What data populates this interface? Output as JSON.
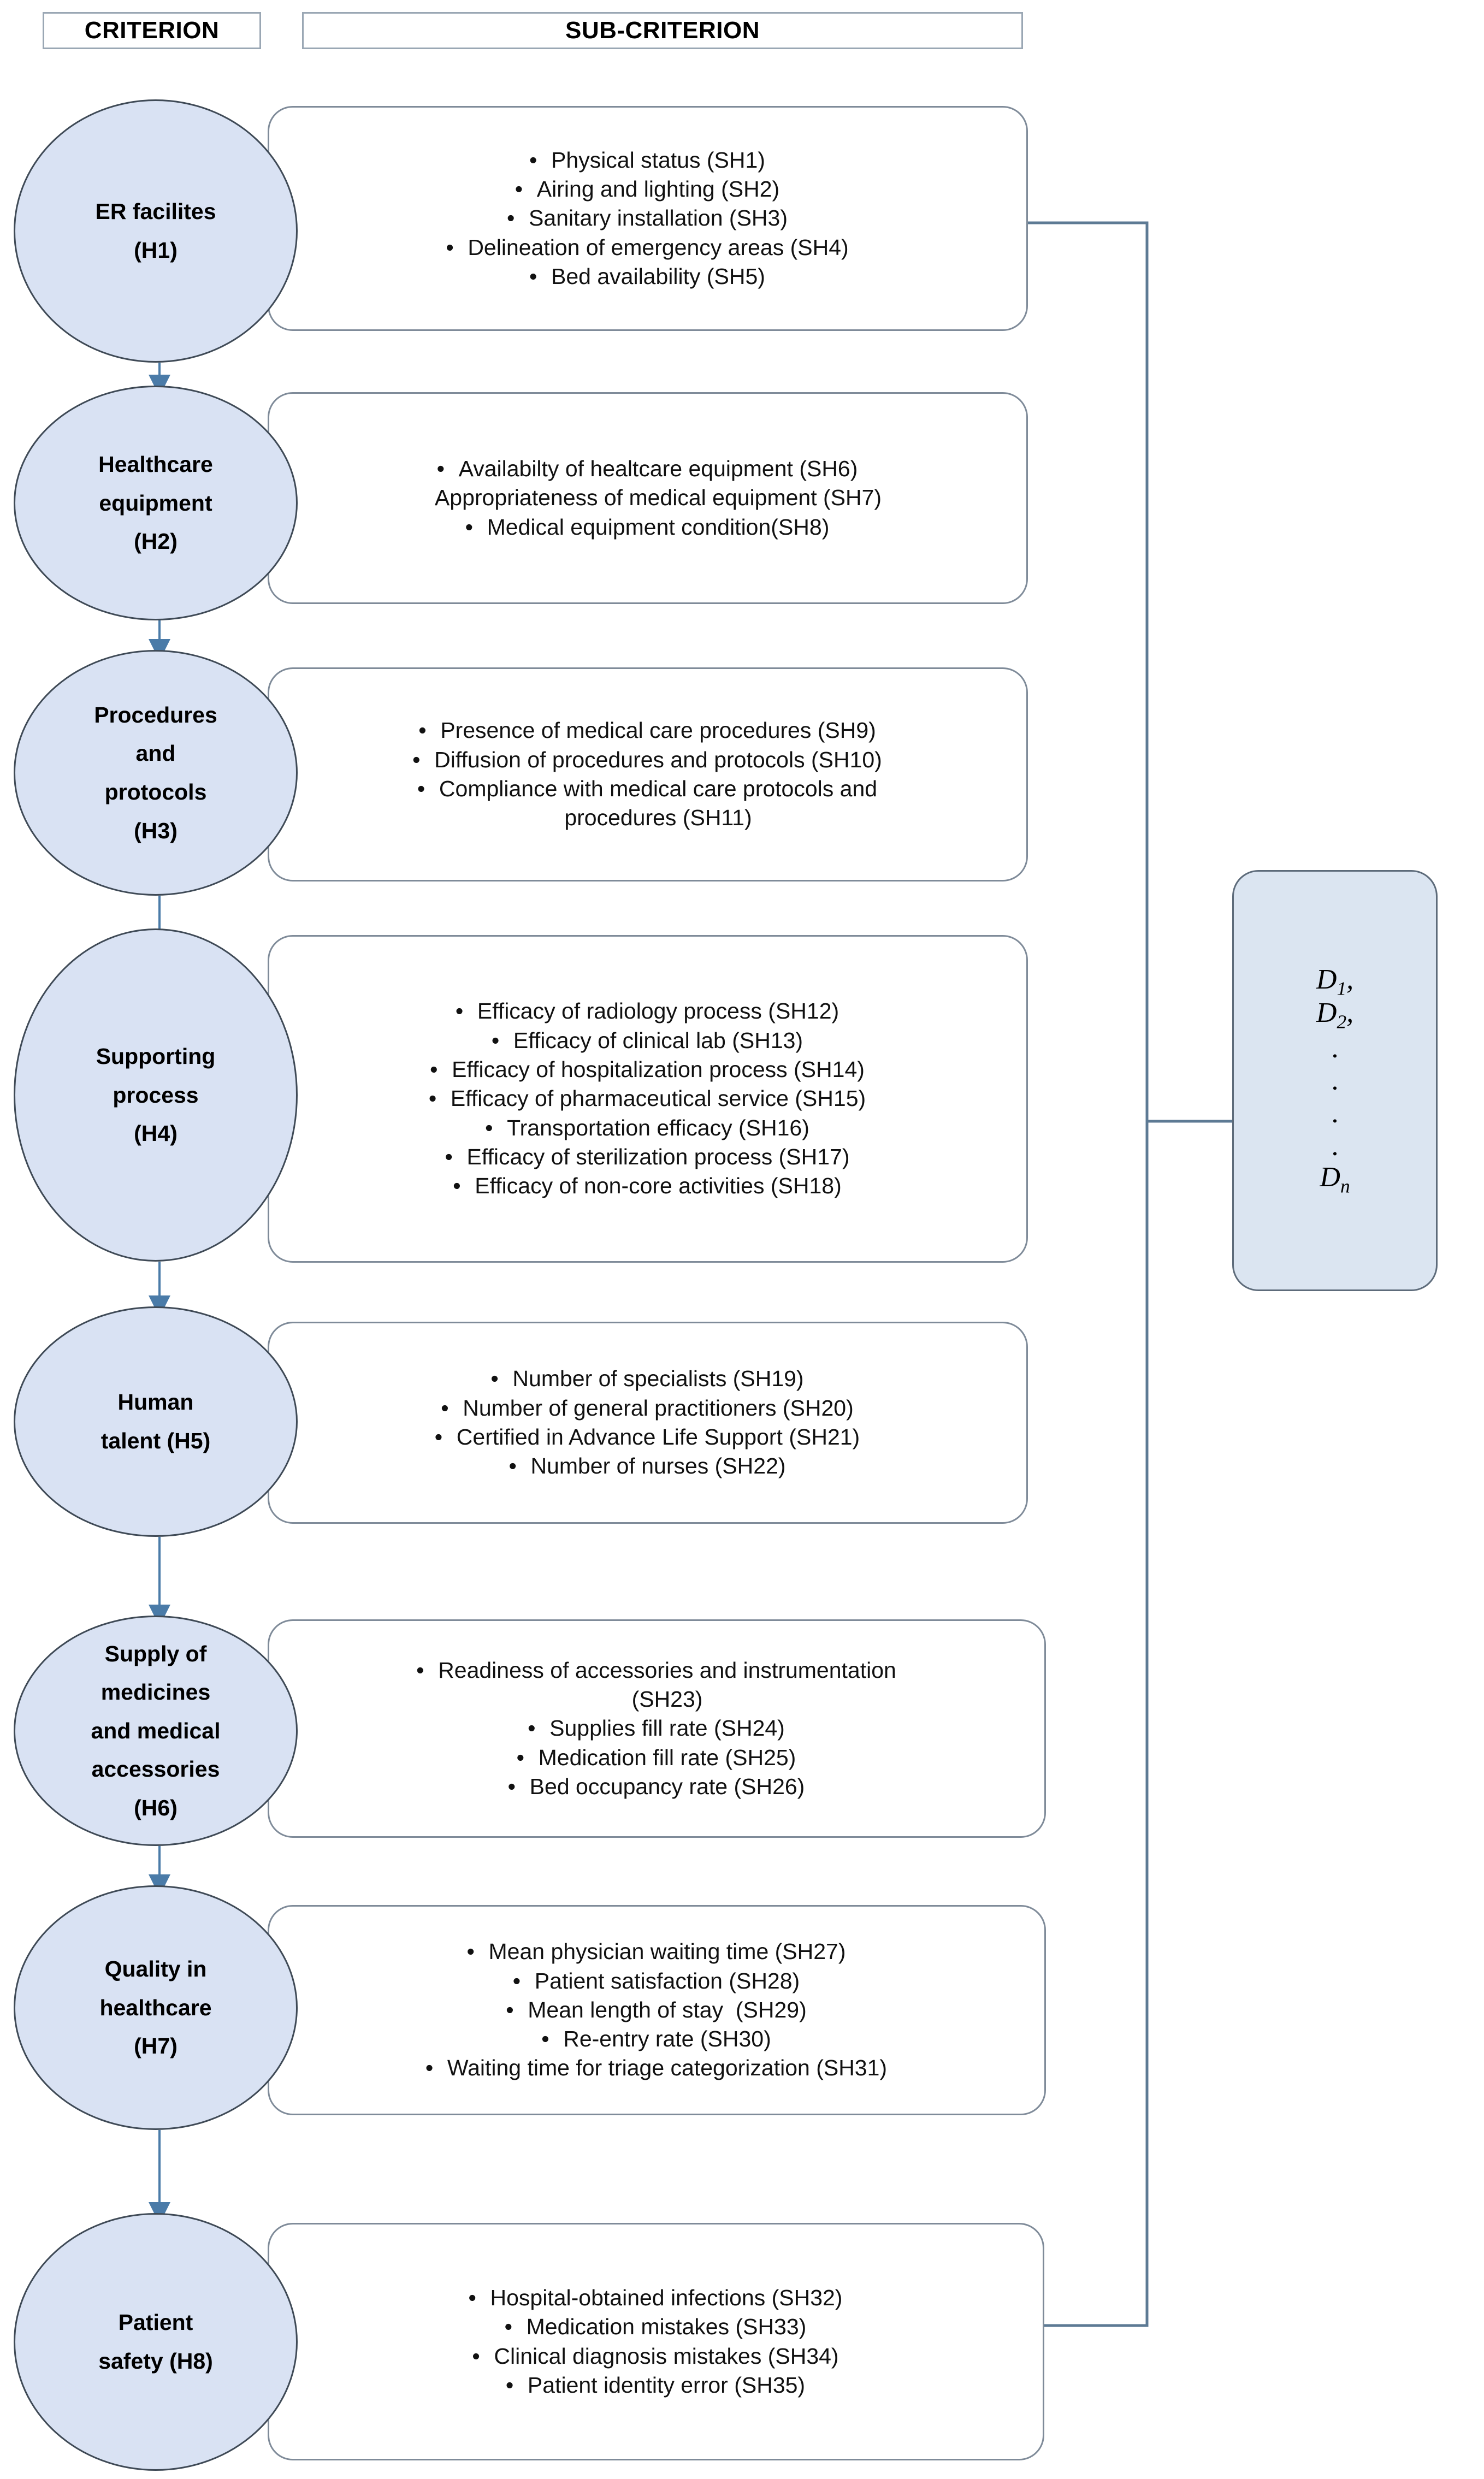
{
  "header": {
    "criterion_label": "CRITERION",
    "subcriterion_label": "SUB-CRITERION"
  },
  "colors": {
    "ellipse_fill": "#d9e2f3",
    "ellipse_stroke": "#3f4a56",
    "box_fill": "#ffffff",
    "box_stroke": "#7f8b99",
    "arrow": "#4a7ba8",
    "bracket": "#5d7a94",
    "dbox_fill": "#dbe5f1",
    "dbox_stroke": "#5d6b7a",
    "text": "#111111"
  },
  "criteria": [
    {
      "id": "H1",
      "title": "ER facilites\n(H1)",
      "subcriteria": [
        {
          "text": "Physical status (SH1)",
          "bullet": true
        },
        {
          "text": "Airing and lighting (SH2)",
          "bullet": true
        },
        {
          "text": "Sanitary installation (SH3)",
          "bullet": true
        },
        {
          "text": "Delineation of emergency areas (SH4)",
          "bullet": true
        },
        {
          "text": "Bed availability (SH5)",
          "bullet": true
        }
      ]
    },
    {
      "id": "H2",
      "title": "Healthcare\nequipment\n(H2)",
      "subcriteria": [
        {
          "text": "Availabilty of healtcare equipment (SH6)",
          "bullet": true
        },
        {
          "text": "Appropriateness of medical equipment (SH7)",
          "bullet": false
        },
        {
          "text": "Medical equipment condition(SH8)",
          "bullet": true
        }
      ]
    },
    {
      "id": "H3",
      "title": "Procedures\nand\nprotocols\n(H3)",
      "subcriteria": [
        {
          "text": "Presence of medical care procedures (SH9)",
          "bullet": true
        },
        {
          "text": "Diffusion of procedures and protocols (SH10)",
          "bullet": true
        },
        {
          "text": "Compliance with medical care protocols and\nprocedures (SH11)",
          "bullet": true
        }
      ]
    },
    {
      "id": "H4",
      "title": "Supporting\nprocess\n(H4)",
      "subcriteria": [
        {
          "text": "Efficacy of radiology process (SH12)",
          "bullet": true
        },
        {
          "text": "Efficacy of clinical lab (SH13)",
          "bullet": true
        },
        {
          "text": "Efficacy of hospitalization process (SH14)",
          "bullet": true
        },
        {
          "text": "Efficacy of pharmaceutical service (SH15)",
          "bullet": true
        },
        {
          "text": "Transportation efficacy (SH16)",
          "bullet": true
        },
        {
          "text": "Efficacy of sterilization process (SH17)",
          "bullet": true
        },
        {
          "text": "Efficacy of non-core activities (SH18)",
          "bullet": true
        }
      ]
    },
    {
      "id": "H5",
      "title": "Human\ntalent (H5)",
      "subcriteria": [
        {
          "text": "Number of specialists (SH19)",
          "bullet": true
        },
        {
          "text": "Number of general practitioners (SH20)",
          "bullet": true
        },
        {
          "text": "Certified in Advance Life Support (SH21)",
          "bullet": true
        },
        {
          "text": "Number of nurses (SH22)",
          "bullet": true
        }
      ]
    },
    {
      "id": "H6",
      "title": "Supply of\nmedicines\nand medical\naccessories\n(H6)",
      "subcriteria": [
        {
          "text": "Readiness of accessories and instrumentation\n(SH23)",
          "bullet": true
        },
        {
          "text": "Supplies fill rate (SH24)",
          "bullet": true
        },
        {
          "text": "Medication fill rate (SH25)",
          "bullet": true
        },
        {
          "text": "Bed occupancy rate (SH26)",
          "bullet": true
        }
      ]
    },
    {
      "id": "H7",
      "title": "Quality in\nhealthcare\n(H7)",
      "subcriteria": [
        {
          "text": "Mean physician waiting time (SH27)",
          "bullet": true
        },
        {
          "text": "Patient satisfaction (SH28)",
          "bullet": true
        },
        {
          "text": "Mean length of stay  (SH29)",
          "bullet": true
        },
        {
          "text": "Re-entry rate (SH30)",
          "bullet": true
        },
        {
          "text": "Waiting time for triage categorization (SH31)",
          "bullet": true
        }
      ]
    },
    {
      "id": "H8",
      "title": "Patient\nsafety (H8)",
      "subcriteria": [
        {
          "text": "Hospital-obtained infections (SH32)",
          "bullet": true
        },
        {
          "text": "Medication mistakes (SH33)",
          "bullet": true
        },
        {
          "text": "Clinical diagnosis mistakes (SH34)",
          "bullet": true
        },
        {
          "text": "Patient identity error (SH35)",
          "bullet": true
        }
      ]
    }
  ],
  "decision_box": {
    "lines": [
      "D1,",
      "D2,"
    ],
    "d1_base": "D",
    "d1_sub": "1",
    "d1_comma": ",",
    "d2_base": "D",
    "d2_sub": "2",
    "d2_comma": ",",
    "dn_base": "D",
    "dn_sub": "n",
    "dots": [
      ".",
      ".",
      ".",
      "."
    ]
  }
}
